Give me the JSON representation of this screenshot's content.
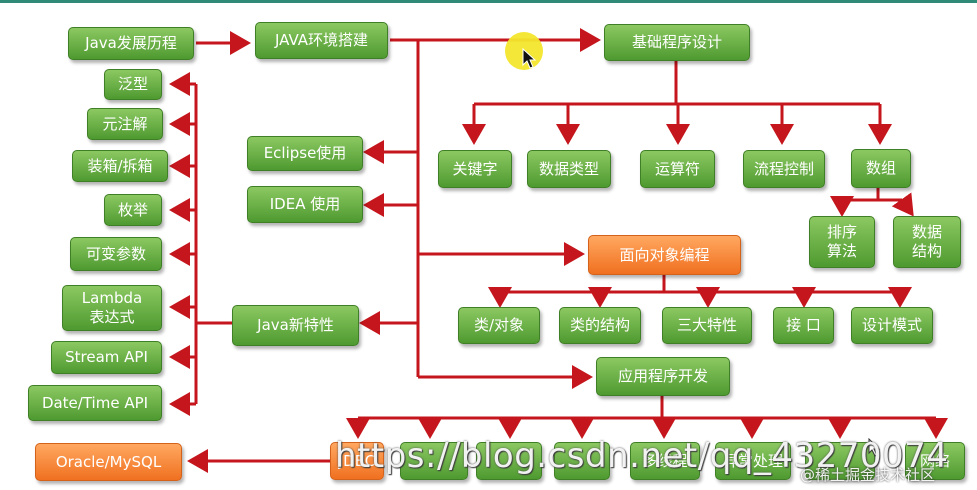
{
  "nodes": {
    "java_history": "Java发展历程",
    "java_env": "JAVA环境搭建",
    "basic_design": "基础程序设计",
    "generics": "泛型",
    "annotations": "元注解",
    "boxing": "装箱/拆箱",
    "enum": "枚举",
    "varargs": "可变参数",
    "lambda": "Lambda\n表达式",
    "stream": "Stream API",
    "datetime": "Date/Time API",
    "eclipse": "Eclipse使用",
    "idea": "IDEA 使用",
    "java_new": "Java新特性",
    "keywords": "关键字",
    "data_types": "数据类型",
    "operators": "运算符",
    "flow_control": "流程控制",
    "arrays": "数组",
    "sort_algo": "排序\n算法",
    "data_struct": "数据\n结构",
    "oop": "面向对象编程",
    "class_object": "类/对象",
    "class_struct": "类的结构",
    "three_features": "三大特性",
    "interface": "接 口",
    "design_patterns": "设计模式",
    "app_dev": "应用程序开发",
    "oracle_mysql": "Oracle/MySQL",
    "jdbc": "JDBC",
    "leaf2": "",
    "leaf3": "",
    "leaf4": "",
    "leaf5": "多线程",
    "leaf6": "异常处理",
    "leaf7": "",
    "leaf8": "网络"
  },
  "watermark": "https://blog.csdn.net/qq_43270074",
  "watermark_small": "@稀土掘金技术社区",
  "colors": {
    "green": "#5aa83a",
    "orange": "#f07a2a",
    "arrow": "#c4161c"
  }
}
